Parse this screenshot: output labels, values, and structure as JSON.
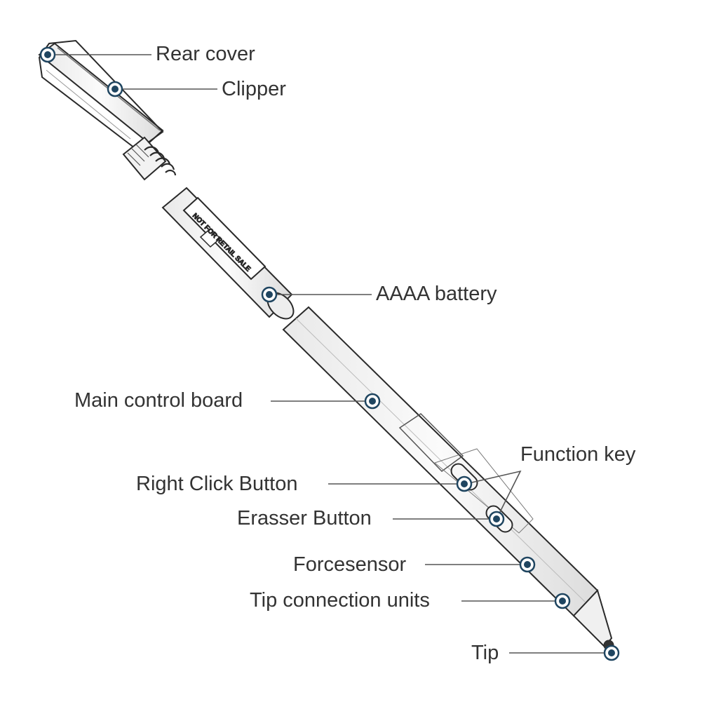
{
  "diagram": {
    "parts": [
      {
        "id": "rear-cover",
        "label": "Rear cover"
      },
      {
        "id": "clipper",
        "label": "Clipper"
      },
      {
        "id": "aaaa-battery",
        "label": "AAAA battery"
      },
      {
        "id": "main-control-board",
        "label": "Main control board"
      },
      {
        "id": "function-key",
        "label": "Function key"
      },
      {
        "id": "right-click-button",
        "label": "Right Click Button"
      },
      {
        "id": "erasser-button",
        "label": "Erasser Button"
      },
      {
        "id": "forcesensor",
        "label": "Forcesensor"
      },
      {
        "id": "tip-connection-units",
        "label": "Tip connection units"
      },
      {
        "id": "tip",
        "label": "Tip"
      }
    ],
    "battery_print": "NOT FOR RETAIL SALE"
  },
  "colors": {
    "marker": "#1f4560",
    "leader_line": "#555555",
    "label_text": "#333333",
    "pen_outline": "#2a2a2a"
  }
}
